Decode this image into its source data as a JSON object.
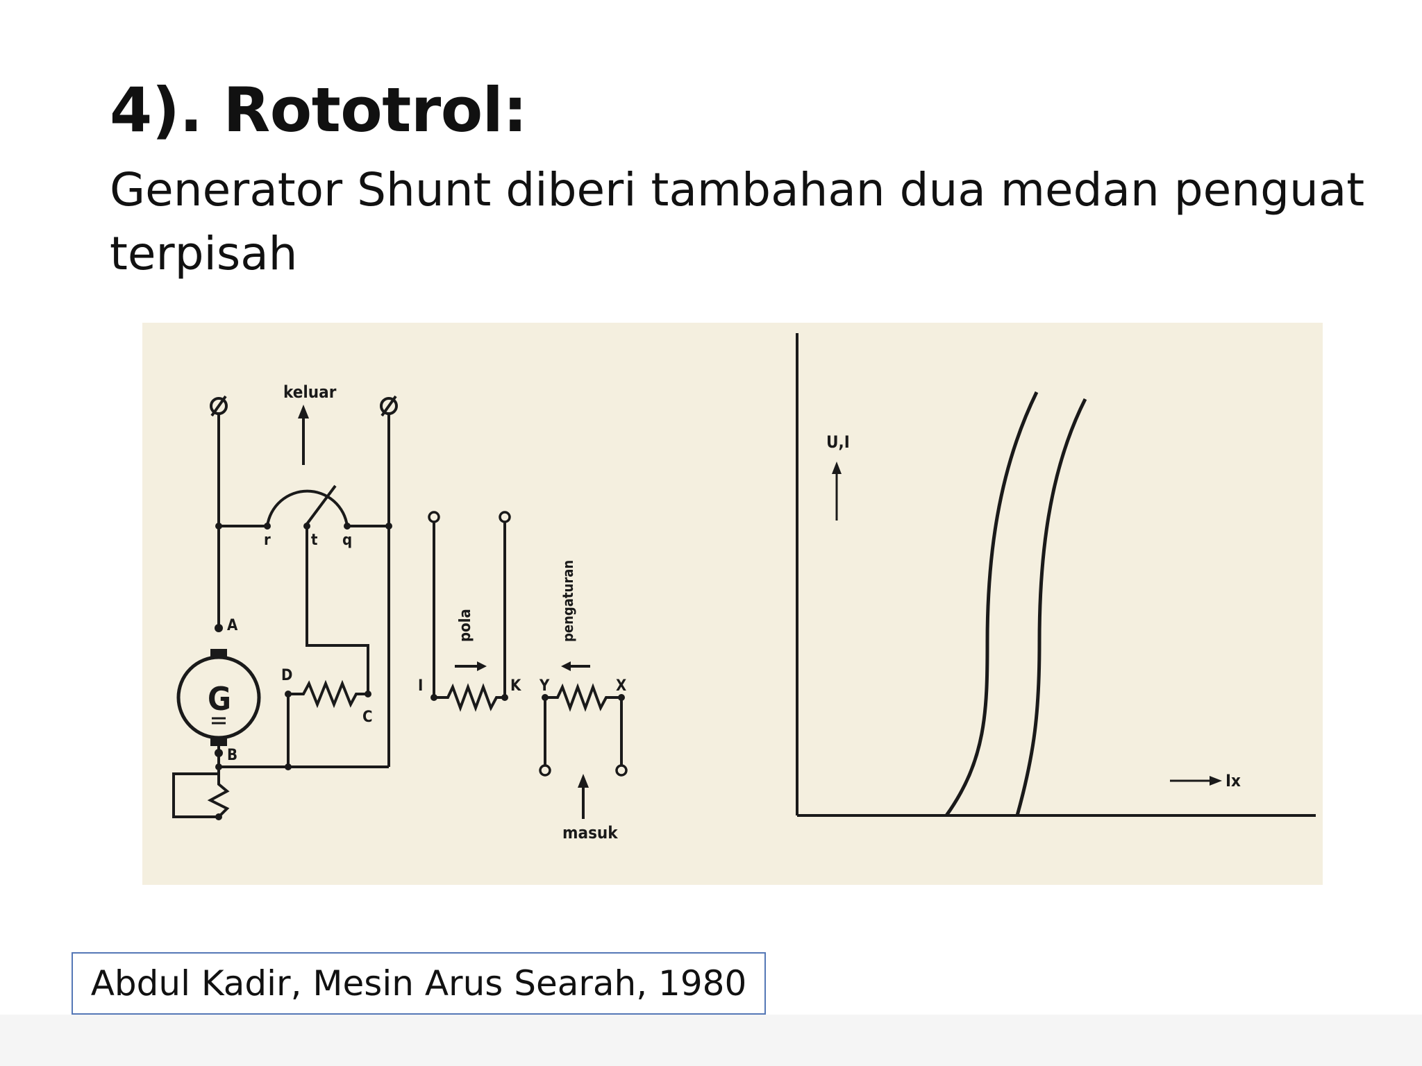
{
  "slide": {
    "title": "4). Rototrol:",
    "subtitle": "Generator Shunt diberi tambahan dua medan penguat terpisah"
  },
  "figure": {
    "circuit": {
      "output_label": "keluar",
      "input_label": "masuk",
      "generator_label": "G",
      "terminal_symbol": "Ø",
      "node_labels": {
        "r": "r",
        "t": "t",
        "q": "q",
        "A": "A",
        "B": "B",
        "C": "C",
        "D": "D",
        "I": "I",
        "K": "K",
        "Y": "Y",
        "X": "X"
      },
      "pattern_label": "pola",
      "regulation_label": "pengaturan"
    },
    "graph": {
      "y_axis_label": "U,I",
      "x_axis_label": "Ix"
    }
  },
  "citation": "Abdul Kadir, Mesin Arus Searah, 1980",
  "colors": {
    "figure_paper": "#f4efdf",
    "ink": "#1a1a1a",
    "citation_border": "#5477b6"
  }
}
